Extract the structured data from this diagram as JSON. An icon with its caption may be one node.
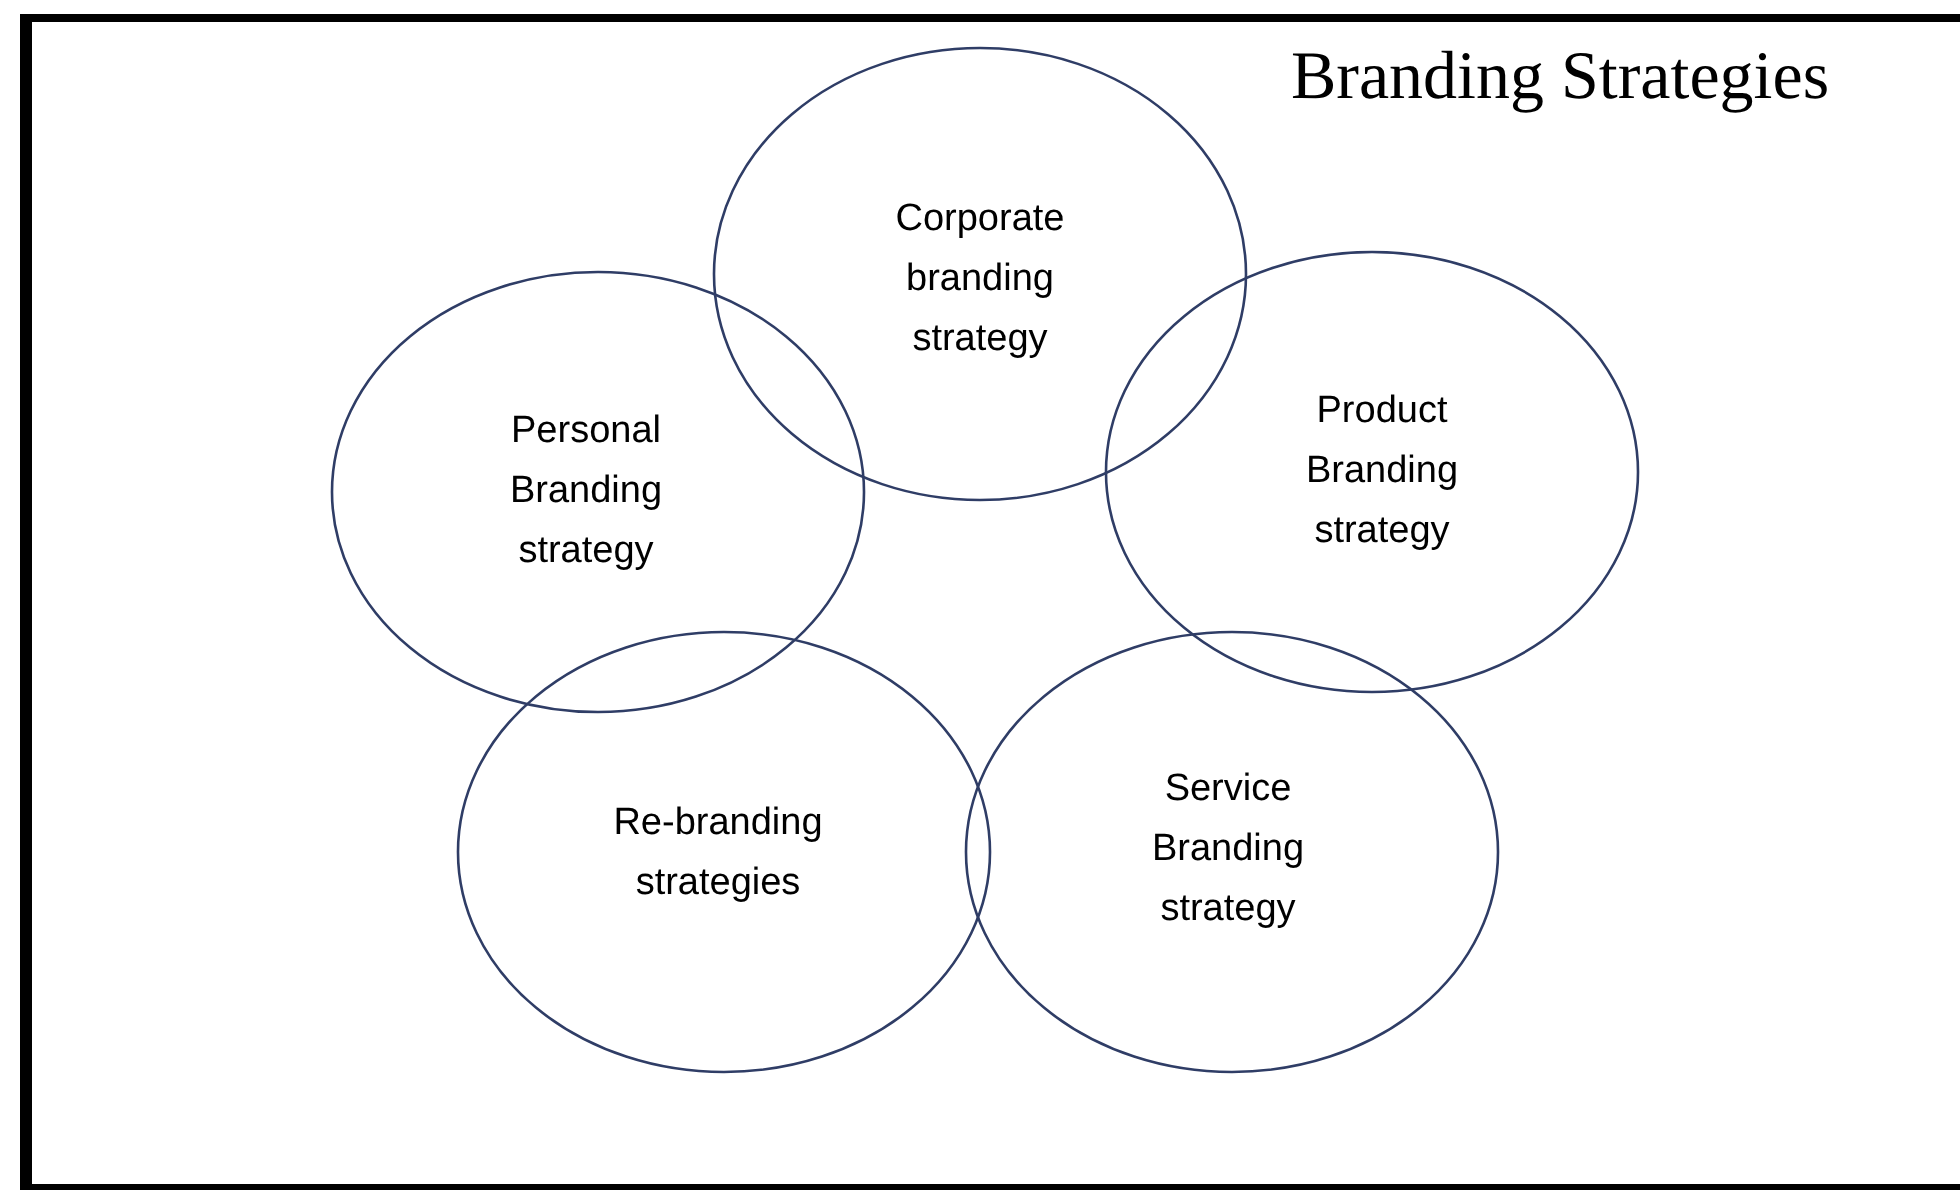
{
  "diagram": {
    "title": "Branding Strategies",
    "nodes": [
      {
        "text": [
          "Corporate branding strategy"
        ]
      },
      {
        "text": [
          "Personal Branding strategy"
        ]
      },
      {
        "text": [
          "Product Branding strategy"
        ]
      },
      {
        "text": [
          "Re-branding strategies"
        ]
      },
      {
        "text": [
          "Service Branding strategy"
        ]
      }
    ]
  }
}
